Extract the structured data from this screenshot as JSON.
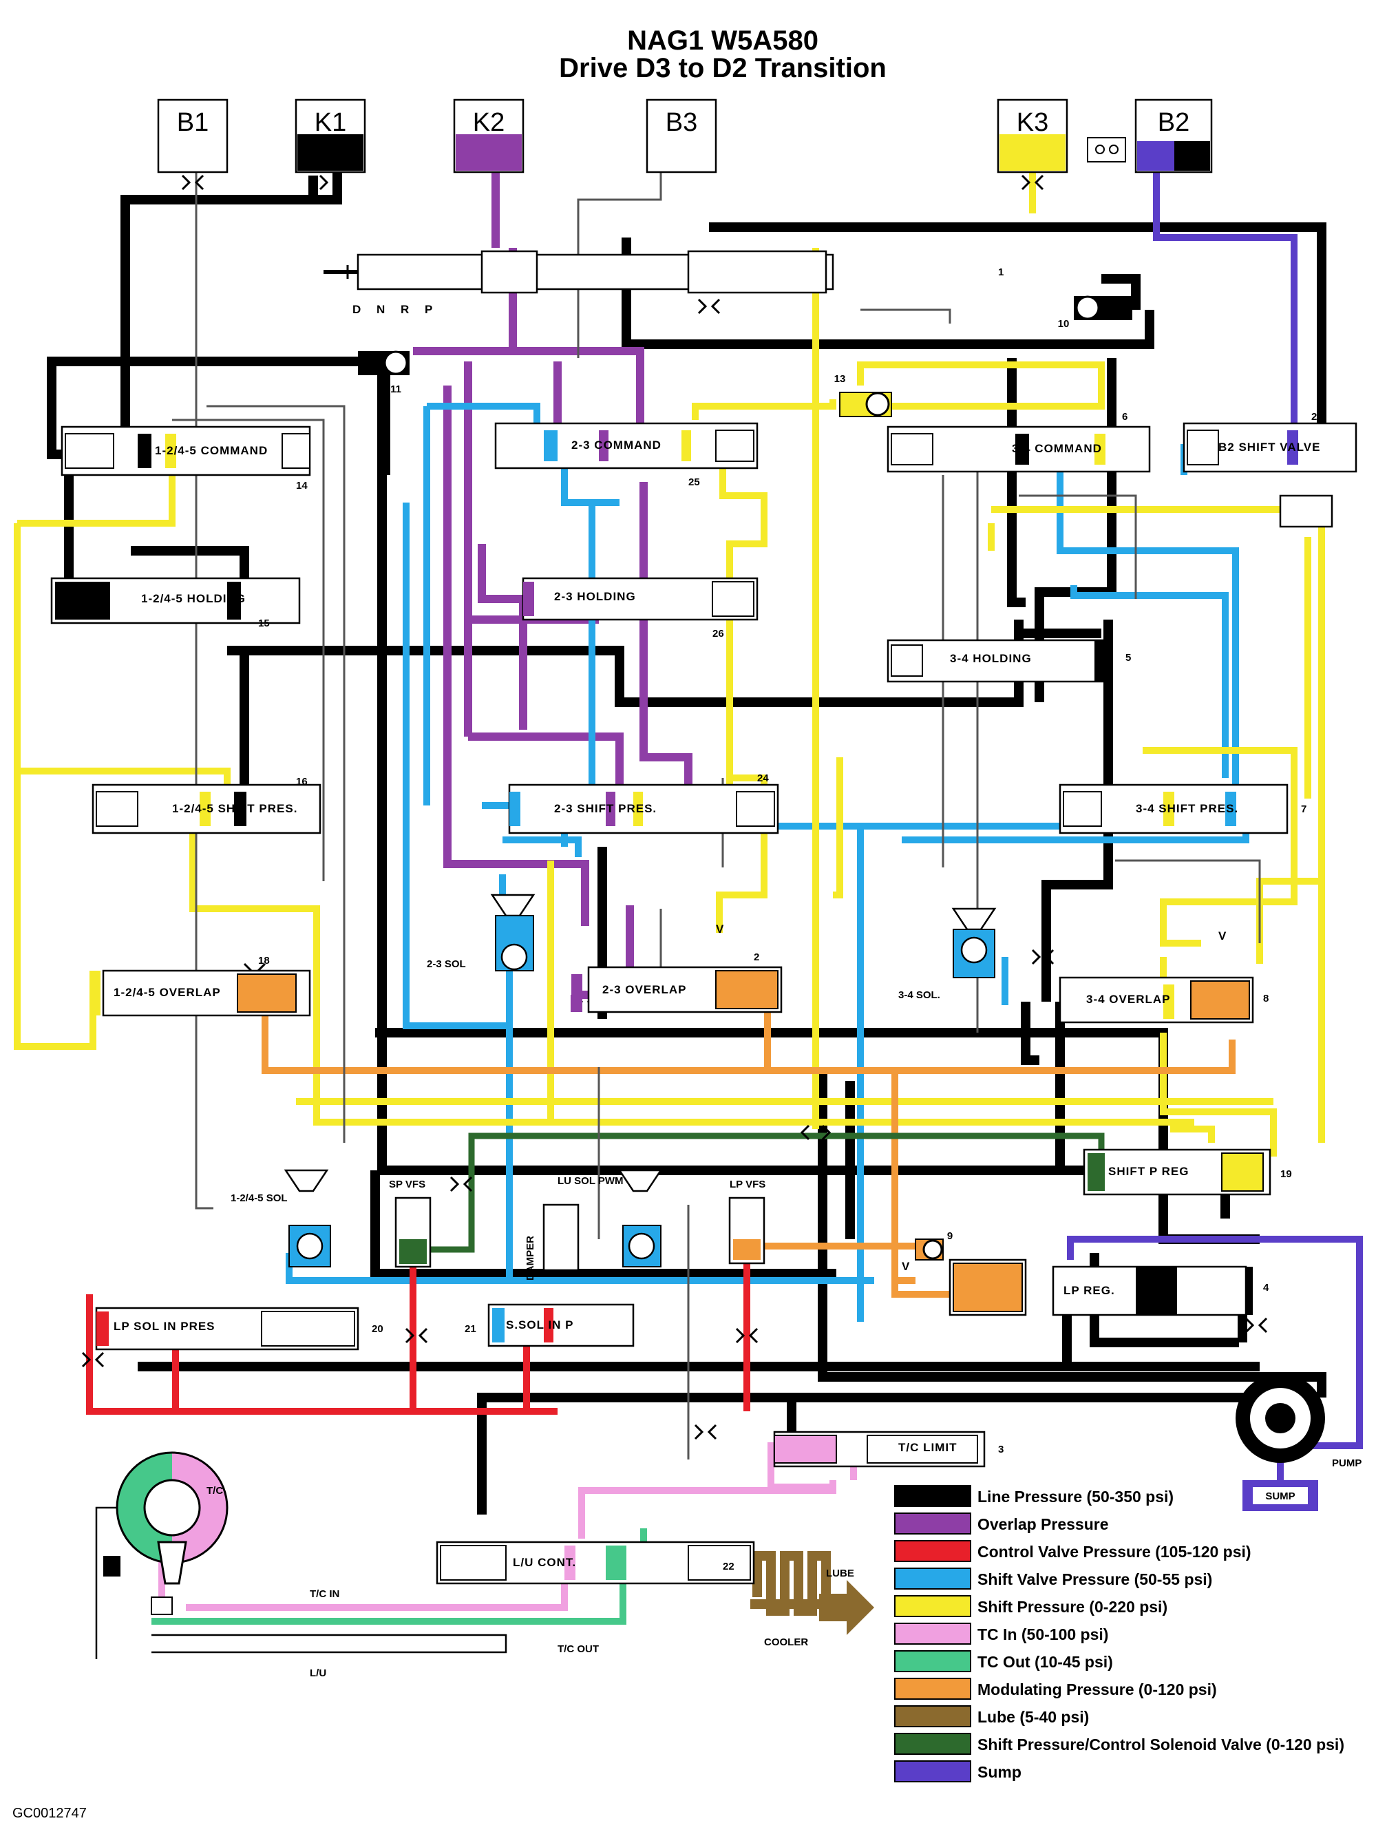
{
  "title": {
    "line1": "NAG1 W5A580",
    "line2": "Drive D3 to D2 Transition"
  },
  "colors": {
    "line": "#000000",
    "overlap": "#8e3ea6",
    "control_valve": "#e8202a",
    "shift_valve": "#27a8e8",
    "shift": "#f5ea2a",
    "tc_in": "#f0a0e0",
    "tc_out": "#46c88a",
    "modulating": "#f29a3a",
    "lube": "#8b6a2e",
    "shift_solenoid": "#2d6a2d",
    "sump": "#5a3ec8"
  },
  "chambers": [
    {
      "label": "B1",
      "fill": "none"
    },
    {
      "label": "K1",
      "fill": "line"
    },
    {
      "label": "K2",
      "fill": "overlap"
    },
    {
      "label": "B3",
      "fill": "none"
    },
    {
      "label": "K3",
      "fill": "shift"
    },
    {
      "label": "B2",
      "fill": "sump"
    }
  ],
  "manual_valve": {
    "positions": [
      "D",
      "N",
      "R",
      "P"
    ],
    "number": "1"
  },
  "valves": [
    {
      "label": "1-2/4-5 COMMAND",
      "number": "14"
    },
    {
      "label": "2-3 COMMAND",
      "number": "25"
    },
    {
      "label": "3-4 COMMAND",
      "number": "6"
    },
    {
      "label": "B2 SHIFT VALVE",
      "number": "27"
    },
    {
      "label": "1-2/4-5 HOLDING",
      "number": "15"
    },
    {
      "label": "2-3 HOLDING",
      "number": "26"
    },
    {
      "label": "3-4 HOLDING",
      "number": "5"
    },
    {
      "label": "1-2/4-5 SHIFT PRES.",
      "number": "16"
    },
    {
      "label": "2-3 SHIFT PRES.",
      "number": "24"
    },
    {
      "label": "3-4 SHIFT PRES.",
      "number": "7"
    },
    {
      "label": "1-2/4-5 OVERLAP",
      "number": "18"
    },
    {
      "label": "2-3 OVERLAP",
      "number": "2"
    },
    {
      "label": "3-4 OVERLAP",
      "number": "8"
    },
    {
      "label": "SHIFT P REG",
      "number": "19"
    },
    {
      "label": "LP SOL IN PRES",
      "number": "20"
    },
    {
      "label": "S.SOL IN P",
      "number": "21"
    },
    {
      "label": "LP REG.",
      "number": "4"
    },
    {
      "label": "T/C LIMIT",
      "number": "3"
    },
    {
      "label": "L/U CONT.",
      "number": "22"
    }
  ],
  "check_balls": [
    "11",
    "10",
    "13",
    "9"
  ],
  "solenoids": [
    {
      "label": "2-3 SOL"
    },
    {
      "label": "3-4 SOL."
    },
    {
      "label": "1-2/4-5 SOL"
    },
    {
      "label": "SP VFS"
    },
    {
      "label": "LU SOL PWM"
    },
    {
      "label": "LP VFS"
    }
  ],
  "labels": {
    "damper": "DAMPER",
    "tc": "T/C",
    "tc_in": "T/C IN",
    "tc_out": "T/C OUT",
    "lu": "L/U",
    "lube": "LUBE",
    "cooler": "COOLER",
    "pump": "PUMP",
    "sump": "SUMP",
    "exhaust_v": "V"
  },
  "legend": [
    {
      "label": "Line Pressure (50-350 psi)",
      "color": "#000000"
    },
    {
      "label": "Overlap Pressure",
      "color": "#8e3ea6"
    },
    {
      "label": "Control Valve Pressure (105-120 psi)",
      "color": "#e8202a"
    },
    {
      "label": "Shift Valve Pressure (50-55 psi)",
      "color": "#27a8e8"
    },
    {
      "label": "Shift Pressure (0-220 psi)",
      "color": "#f5ea2a"
    },
    {
      "label": "TC In (50-100 psi)",
      "color": "#f0a0e0"
    },
    {
      "label": "TC Out (10-45 psi)",
      "color": "#46c88a"
    },
    {
      "label": "Modulating Pressure (0-120 psi)",
      "color": "#f29a3a"
    },
    {
      "label": "Lube (5-40 psi)",
      "color": "#8b6a2e"
    },
    {
      "label": "Shift Pressure/Control Solenoid Valve (0-120 psi)",
      "color": "#2d6a2d"
    },
    {
      "label": "Sump",
      "color": "#5a3ec8"
    }
  ],
  "figure_id": "GC0012747"
}
